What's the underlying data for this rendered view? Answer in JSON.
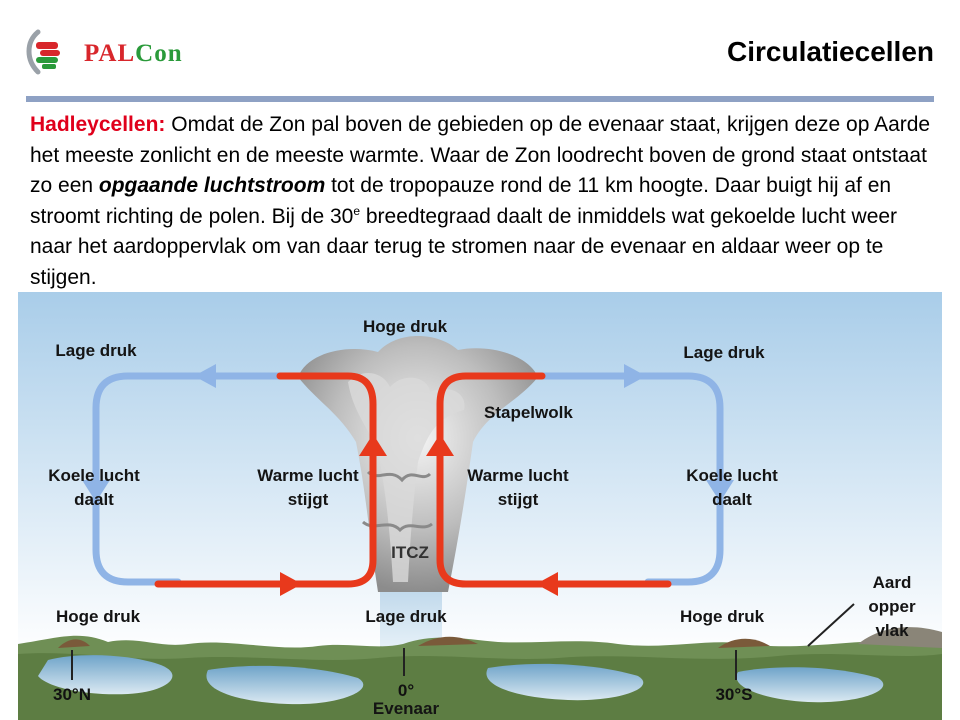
{
  "header": {
    "logo_text": "PALCon",
    "title": "Circulatiecellen"
  },
  "intro": {
    "term": "Hadleycellen:",
    "part1": " Omdat de Zon pal boven de gebieden op de evenaar staat, krijgen deze op Aarde het meeste zonlicht en de meeste warmte. Waar de Zon loodrecht boven de grond staat ontstaat zo een ",
    "emphasis": "opgaande luchtstroom",
    "part2": " tot de tropopauze rond de 11 km hoogte. Daar buigt hij af en stroomt richting de polen. Bij de 30",
    "superscript": "e",
    "part3": " breedtegraad daalt de inmiddels wat gekoelde lucht weer naar het aardoppervlak om van daar terug te stromen naar de evenaar en aldaar weer op te stijgen."
  },
  "diagram": {
    "top_high_pressure": "Hoge druk",
    "cloud_label": "Stapelwolk",
    "itcz": "ITCZ",
    "left": {
      "top": "Lage druk",
      "cool_1": "Koele lucht",
      "cool_2": "daalt",
      "warm_1": "Warme lucht",
      "warm_2": "stijgt",
      "bottom": "Hoge druk",
      "latitude": "30°N"
    },
    "right": {
      "top": "Lage druk",
      "cool_1": "Koele lucht",
      "cool_2": "daalt",
      "warm_1": "Warme lucht",
      "warm_2": "stijgt",
      "bottom": "Hoge druk",
      "latitude": "30°S"
    },
    "center_bottom": "Lage druk",
    "center_latitude": "0°",
    "equator": "Evenaar",
    "surface_1": "Aard",
    "surface_2": "opper",
    "surface_3": "vlak",
    "colors": {
      "warm_flow": "#e8391c",
      "cool_flow": "#8fb4e6",
      "sky_top": "#a9cde9",
      "sky_bottom": "#ffffff"
    }
  }
}
